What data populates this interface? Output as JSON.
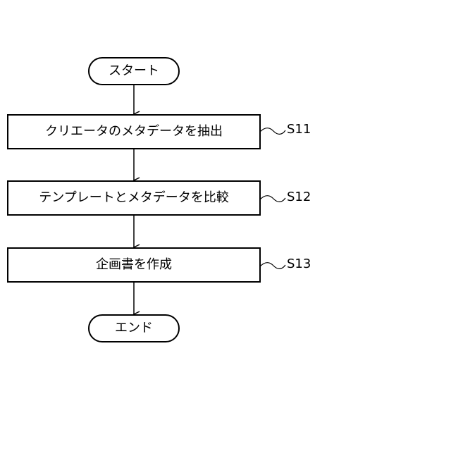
{
  "flowchart": {
    "start": "スタート",
    "end": "エンド",
    "steps": [
      {
        "text": "クリエータのメタデータを抽出",
        "id": "S11"
      },
      {
        "text": "テンプレートとメタデータを比較",
        "id": "S12"
      },
      {
        "text": "企画書を作成",
        "id": "S13"
      }
    ]
  }
}
